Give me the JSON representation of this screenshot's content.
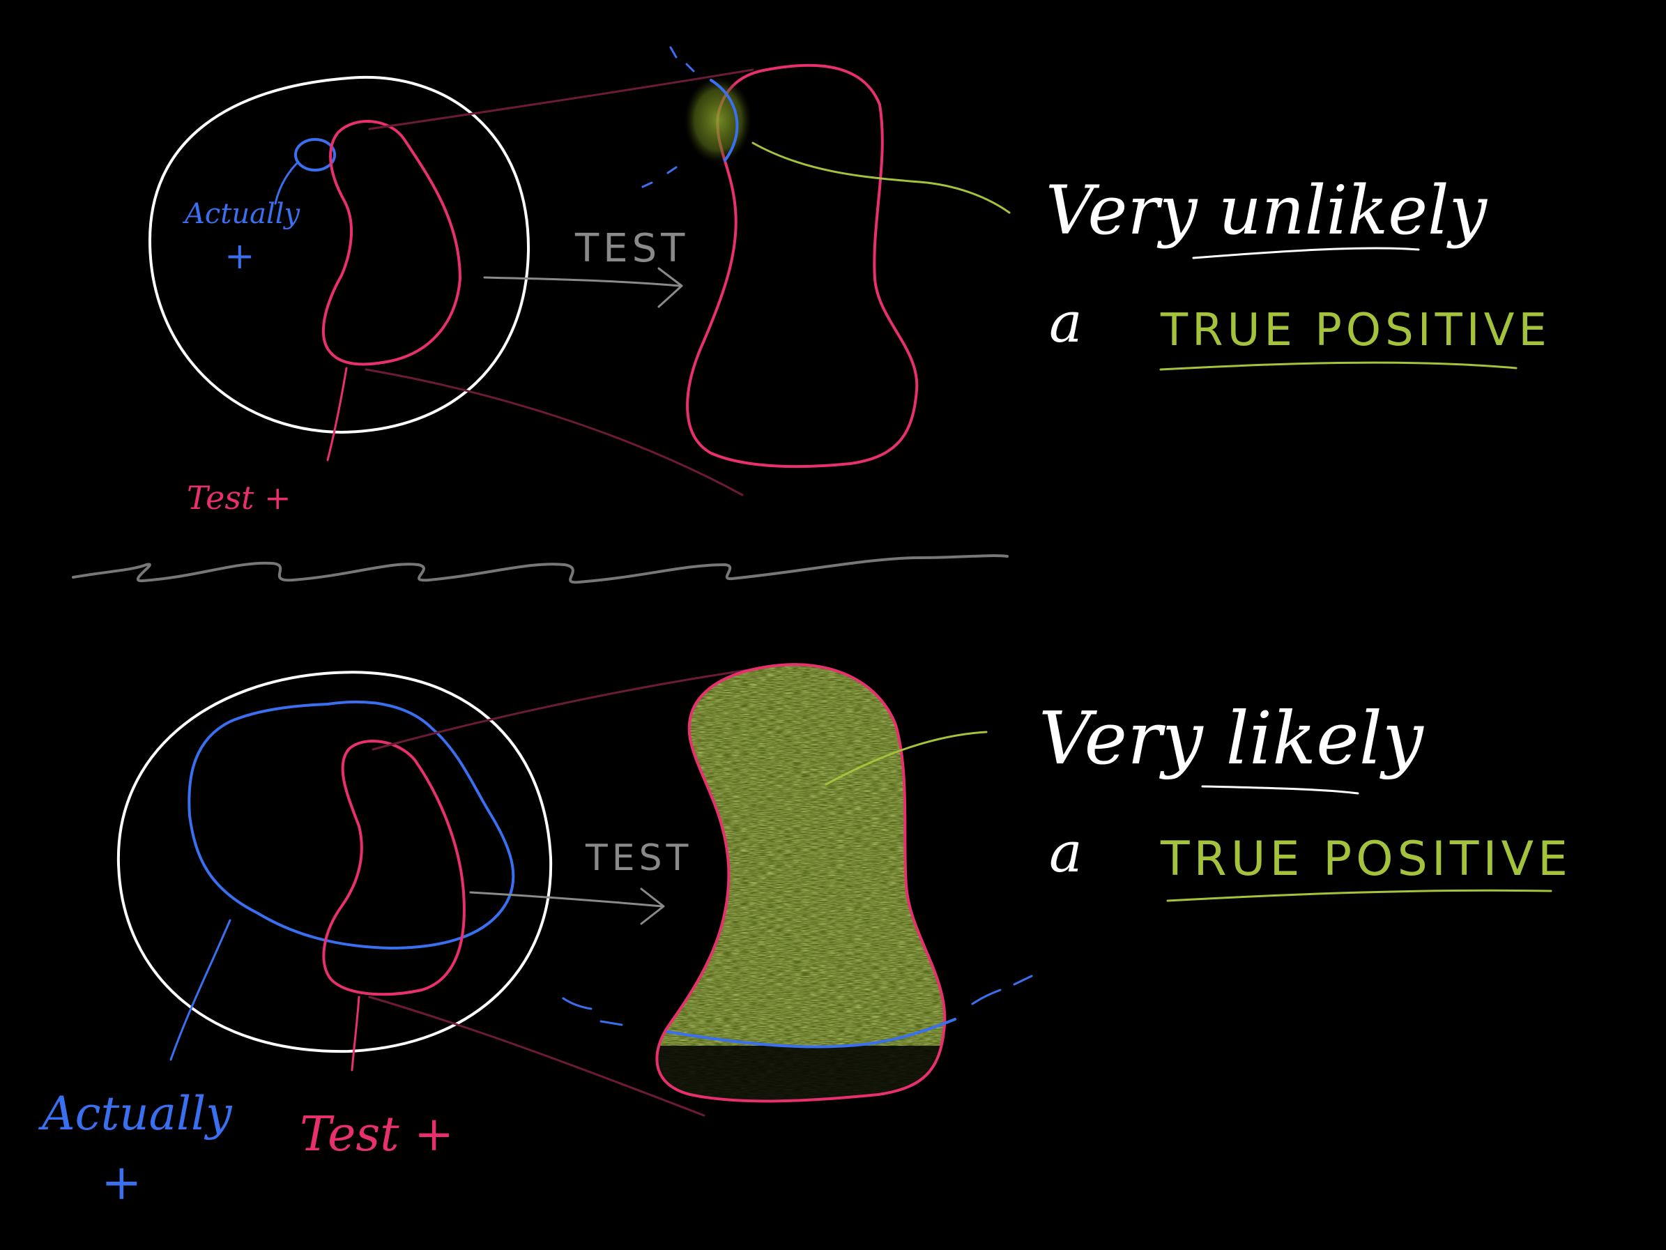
{
  "colors": {
    "background": "#000000",
    "population": "#ffffff",
    "actual_positive": "#3a6ff0",
    "test_positive": "#e8306e",
    "true_positive": "#a4c23c",
    "arrow": "#8a8a8a",
    "connector": "#6b1a3a"
  },
  "top_scenario": {
    "actual_label": "Actually",
    "actual_plus": "+",
    "test_label": "Test +",
    "arrow_label": "TEST",
    "conclusion_line1": "Very unlikely",
    "conclusion_a": "a",
    "conclusion_tp": "TRUE POSITIVE"
  },
  "bottom_scenario": {
    "actual_label": "Actually",
    "actual_plus": "+",
    "test_label": "Test +",
    "arrow_label": "TEST",
    "conclusion_line1": "Very likely",
    "conclusion_a": "a",
    "conclusion_tp": "TRUE POSITIVE"
  }
}
